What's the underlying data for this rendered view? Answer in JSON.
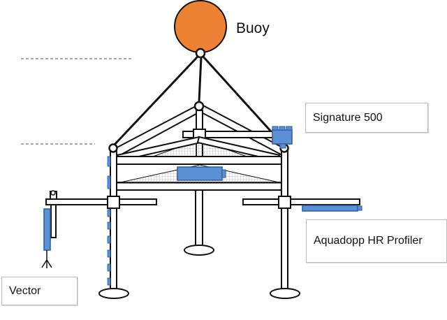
{
  "labels": {
    "buoy": "Buoy",
    "signature": "Signature 500",
    "aquadopp": "Aquadopp HR Profiler",
    "vector": "Vector"
  },
  "colors": {
    "buoy": "#ee8234",
    "instrument": "#5b8fd6",
    "instrument_edge": "#2e5b96",
    "structure": "#111111",
    "mesh": "#9a9a9a",
    "dashed_line": "#555555"
  }
}
